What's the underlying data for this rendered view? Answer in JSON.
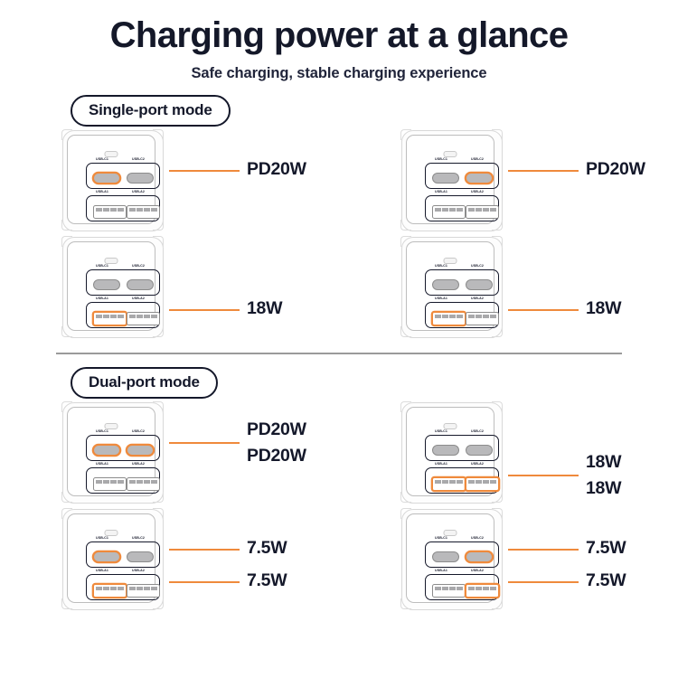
{
  "header": {
    "title": "Charging power at a glance",
    "subtitle": "Safe charging, stable charging experience"
  },
  "accent_color": "#ef8a3c",
  "text_color": "#14182a",
  "port_labels": {
    "c1": "USB-C1",
    "c2": "USB-C2",
    "a1": "USB-A1",
    "a2": "USB-A2"
  },
  "sections": [
    {
      "id": "single-port",
      "label": "Single-port mode",
      "cards": [
        {
          "id": "single-c1",
          "active_ports": [
            "c1"
          ],
          "readouts": [
            {
              "value": "PD20W",
              "row": "c"
            }
          ]
        },
        {
          "id": "single-c2",
          "active_ports": [
            "c2"
          ],
          "readouts": [
            {
              "value": "PD20W",
              "row": "c"
            }
          ]
        },
        {
          "id": "single-a1",
          "active_ports": [
            "a1"
          ],
          "readouts": [
            {
              "value": "18W",
              "row": "a"
            }
          ]
        },
        {
          "id": "single-a1-alt",
          "active_ports": [
            "a1"
          ],
          "readouts": [
            {
              "value": "18W",
              "row": "a"
            }
          ]
        }
      ]
    },
    {
      "id": "dual-port",
      "label": "Dual-port mode",
      "cards": [
        {
          "id": "dual-c1-c2",
          "active_ports": [
            "c1",
            "c2"
          ],
          "readouts": [
            {
              "value": "PD20W",
              "row": "c"
            },
            {
              "value": "PD20W",
              "row": "c"
            }
          ]
        },
        {
          "id": "dual-a1-a2",
          "active_ports": [
            "a1",
            "a2"
          ],
          "readouts": [
            {
              "value": "18W",
              "row": "a"
            },
            {
              "value": "18W",
              "row": "a"
            }
          ]
        },
        {
          "id": "dual-c1-a1",
          "active_ports": [
            "c1",
            "a1"
          ],
          "readouts": [
            {
              "value": "7.5W",
              "row": "c"
            },
            {
              "value": "7.5W",
              "row": "a"
            }
          ]
        },
        {
          "id": "dual-c2-a2",
          "active_ports": [
            "c2",
            "a2"
          ],
          "readouts": [
            {
              "value": "7.5W",
              "row": "c"
            },
            {
              "value": "7.5W",
              "row": "a"
            }
          ]
        }
      ]
    }
  ]
}
